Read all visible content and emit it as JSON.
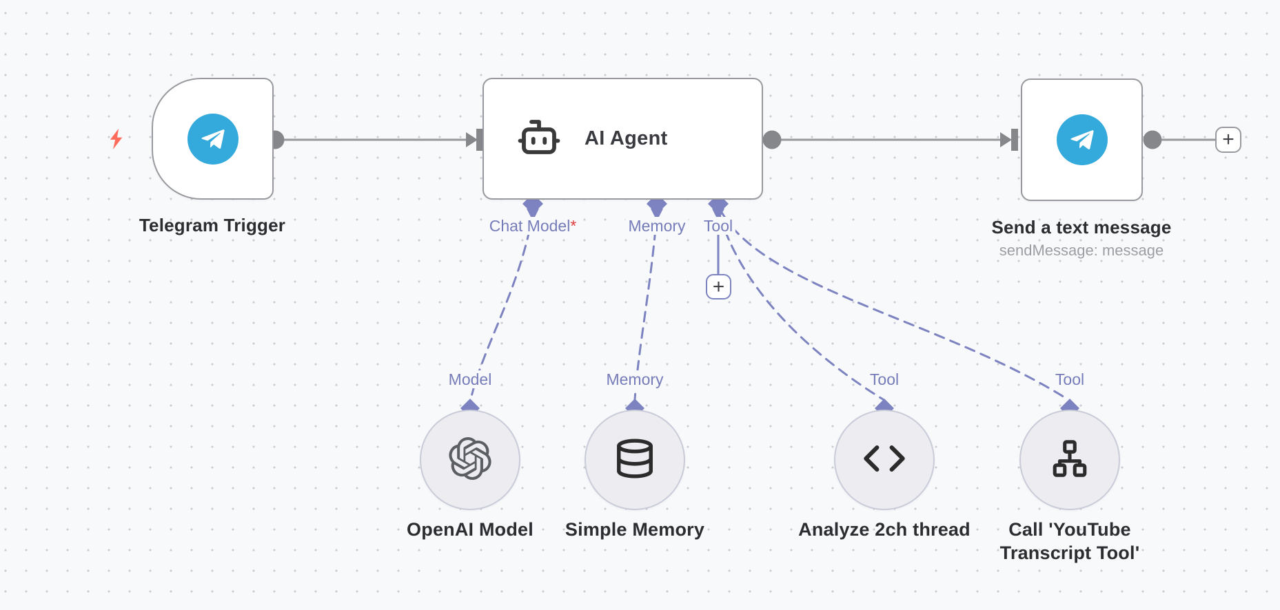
{
  "app": {
    "name": "workflow-canvas"
  },
  "colors": {
    "canvas_bg": "#f8f9fb",
    "grid_dot": "#c9ccd3",
    "node_border": "#98999e",
    "wire_gray": "#97989b",
    "connector_gray": "#85878b",
    "accent_purple": "#7d83c0",
    "port_label_purple": "#767cb9",
    "required_red": "#e03c3c",
    "telegram_blue": "#33a9dc",
    "bolt_coral": "#ff6c5c",
    "title_dark": "#2c2d30",
    "subtitle_gray": "#9c9ea3"
  },
  "nodes": {
    "telegram_trigger": {
      "title": "Telegram Trigger",
      "icon": "telegram-icon"
    },
    "ai_agent": {
      "title": "AI Agent",
      "icon": "robot-icon",
      "ports": {
        "chat_model": "Chat Model",
        "chat_model_required_mark": "*",
        "memory": "Memory",
        "tool": "Tool"
      }
    },
    "send_message": {
      "title": "Send a text message",
      "subtitle": "sendMessage: message",
      "icon": "telegram-icon"
    },
    "openai_model": {
      "port": "Model",
      "title": "OpenAI Model",
      "icon": "openai-icon"
    },
    "simple_memory": {
      "port": "Memory",
      "title": "Simple Memory",
      "icon": "database-icon"
    },
    "analyze_thread": {
      "port": "Tool",
      "title": "Analyze 2ch thread",
      "icon": "code-icon"
    },
    "youtube_tool": {
      "port": "Tool",
      "title_line1": "Call 'YouTube",
      "title_line2": "Transcript Tool'",
      "icon": "sitemap-icon"
    }
  },
  "buttons": {
    "add_next_node": "+",
    "add_tool": "+"
  }
}
